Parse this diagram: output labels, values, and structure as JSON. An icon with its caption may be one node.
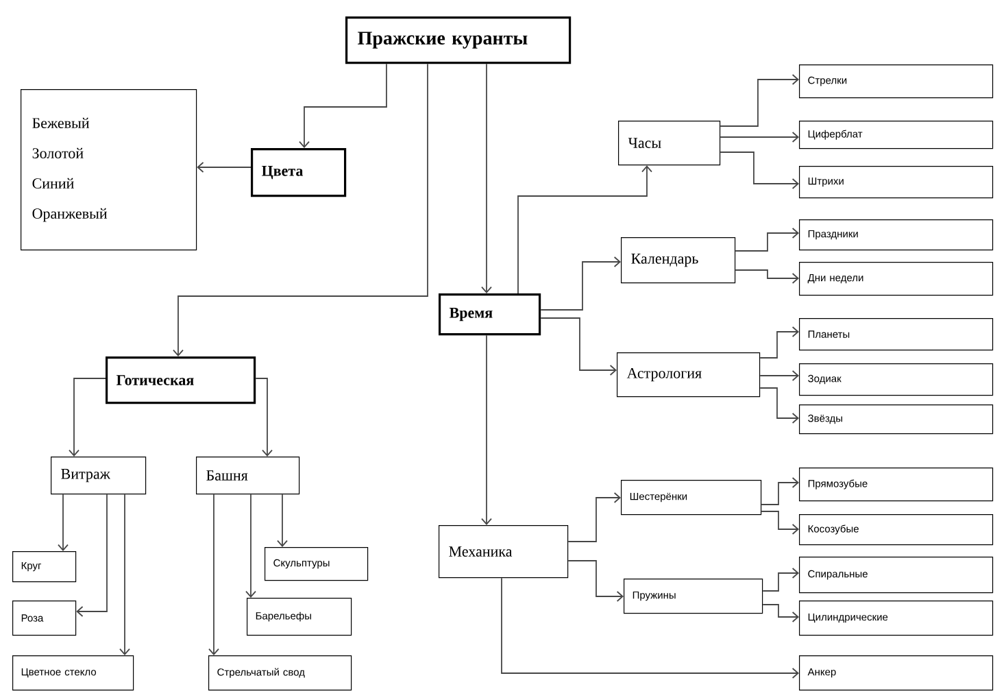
{
  "diagram": {
    "nodes": [
      {
        "text": [
          "Пражские куранты"
        ]
      },
      {
        "text": [
          "Бежевый",
          "Золотой",
          "Синий",
          "Оранжевый"
        ]
      },
      {
        "text": [
          "Цвета"
        ]
      },
      {
        "text": [
          "Время"
        ]
      },
      {
        "text": [
          "Часы"
        ]
      },
      {
        "text": [
          "Стрелки"
        ]
      },
      {
        "text": [
          "Циферблат"
        ]
      },
      {
        "text": [
          "Штрихи"
        ]
      },
      {
        "text": [
          "Календарь"
        ]
      },
      {
        "text": [
          "Праздники"
        ]
      },
      {
        "text": [
          "Дни недели"
        ]
      },
      {
        "text": [
          "Астрология"
        ]
      },
      {
        "text": [
          "Планеты"
        ]
      },
      {
        "text": [
          "Зодиак"
        ]
      },
      {
        "text": [
          "Звёзды"
        ]
      },
      {
        "text": [
          "Готическая"
        ]
      },
      {
        "text": [
          "Витраж"
        ]
      },
      {
        "text": [
          "Башня"
        ]
      },
      {
        "text": [
          "Круг"
        ]
      },
      {
        "text": [
          "Роза"
        ]
      },
      {
        "text": [
          "Цветное стекло"
        ]
      },
      {
        "text": [
          "Скульптуры"
        ]
      },
      {
        "text": [
          "Барельефы"
        ]
      },
      {
        "text": [
          "Стрельчатый свод"
        ]
      },
      {
        "text": [
          "Механика"
        ]
      },
      {
        "text": [
          "Шестерёнки"
        ]
      },
      {
        "text": [
          "Прямозубые"
        ]
      },
      {
        "text": [
          "Косозубые"
        ]
      },
      {
        "text": [
          "Пружины"
        ]
      },
      {
        "text": [
          "Спиральные"
        ]
      },
      {
        "text": [
          "Цилиндрические"
        ]
      },
      {
        "text": [
          "Анкер"
        ]
      }
    ],
    "edges": [
      {
        "from": 0,
        "to": 2,
        "arrow": "to"
      },
      {
        "from": 0,
        "to": 15,
        "arrow": "to"
      },
      {
        "from": 0,
        "to": 3,
        "arrow": "to"
      },
      {
        "from": 2,
        "to": 1,
        "arrow": "to"
      },
      {
        "from": 3,
        "to": 4,
        "arrow": "to"
      },
      {
        "from": 3,
        "to": 8,
        "arrow": "to"
      },
      {
        "from": 3,
        "to": 11,
        "arrow": "to"
      },
      {
        "from": 3,
        "to": 24,
        "arrow": "to"
      },
      {
        "from": 4,
        "to": 5,
        "arrow": "to"
      },
      {
        "from": 4,
        "to": 6,
        "arrow": "to"
      },
      {
        "from": 4,
        "to": 7,
        "arrow": "to"
      },
      {
        "from": 8,
        "to": 9,
        "arrow": "to"
      },
      {
        "from": 8,
        "to": 10,
        "arrow": "to"
      },
      {
        "from": 11,
        "to": 12,
        "arrow": "to"
      },
      {
        "from": 11,
        "to": 13,
        "arrow": "to"
      },
      {
        "from": 11,
        "to": 14,
        "arrow": "to"
      },
      {
        "from": 15,
        "to": 16,
        "arrow": "to"
      },
      {
        "from": 15,
        "to": 17,
        "arrow": "to"
      },
      {
        "from": 16,
        "to": 18,
        "arrow": "to"
      },
      {
        "from": 16,
        "to": 19,
        "arrow": "to"
      },
      {
        "from": 16,
        "to": 20,
        "arrow": "to"
      },
      {
        "from": 17,
        "to": 23,
        "arrow": "to"
      },
      {
        "from": 17,
        "to": 22,
        "arrow": "to"
      },
      {
        "from": 17,
        "to": 21,
        "arrow": "to"
      },
      {
        "from": 24,
        "to": 25,
        "arrow": "to"
      },
      {
        "from": 24,
        "to": 28,
        "arrow": "to"
      },
      {
        "from": 24,
        "to": 31,
        "arrow": "to"
      },
      {
        "from": 25,
        "to": 26,
        "arrow": "to"
      },
      {
        "from": 25,
        "to": 27,
        "arrow": "to"
      },
      {
        "from": 28,
        "to": 29,
        "arrow": "to"
      },
      {
        "from": 28,
        "to": 30,
        "arrow": "to"
      }
    ]
  }
}
